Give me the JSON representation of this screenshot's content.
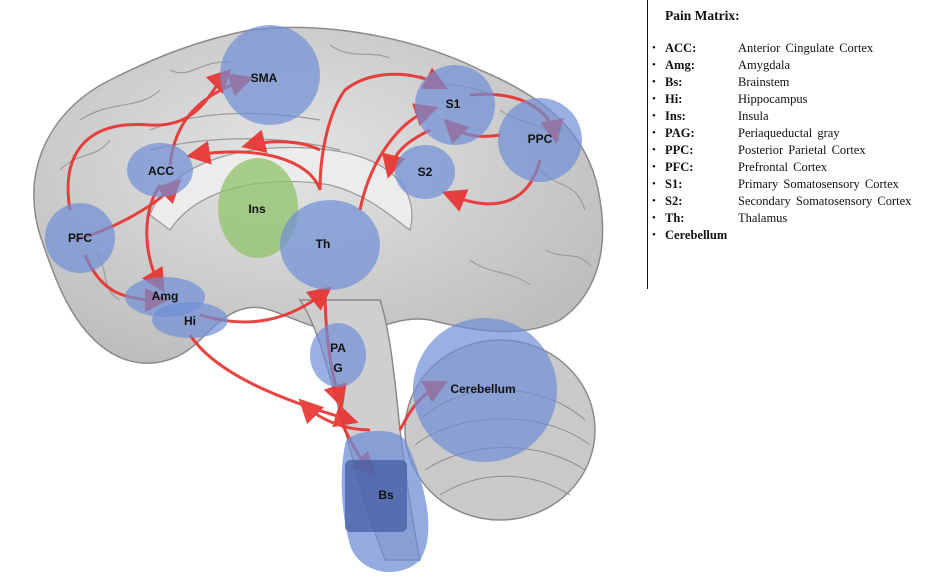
{
  "legend": {
    "title": "Pain Matrix:",
    "items": [
      {
        "abbr": "ACC:",
        "full": "Anterior Cingulate Cortex"
      },
      {
        "abbr": "Amg:",
        "full": "Amygdala"
      },
      {
        "abbr": "Bs:",
        "full": "Brainstem"
      },
      {
        "abbr": "Hi:",
        "full": "Hippocampus"
      },
      {
        "abbr": "Ins:",
        "full": "Insula"
      },
      {
        "abbr": "PAG:",
        "full": "Periaqueductal gray"
      },
      {
        "abbr": "PPC:",
        "full": "Posterior Parietal Cortex"
      },
      {
        "abbr": "PFC:",
        "full": "Prefrontal Cortex"
      },
      {
        "abbr": "S1:",
        "full": "Primary Somatosensory Cortex"
      },
      {
        "abbr": "S2:",
        "full": "Secondary Somatosensory Cortex"
      },
      {
        "abbr": "Th:",
        "full": "Thalamus"
      },
      {
        "abbr": "Cerebellum",
        "full": ""
      }
    ]
  },
  "regions": {
    "sma": "SMA",
    "s1": "S1",
    "ppc": "PPC",
    "acc": "ACC",
    "s2": "S2",
    "ins": "Ins",
    "th": "Th",
    "pfc": "PFC",
    "amg": "Amg",
    "hi": "Hi",
    "pag_line1": "PA",
    "pag_line2": "G",
    "cerebellum": "Cerebellum",
    "bs": "Bs"
  },
  "colors": {
    "region_blue": "#6f8fd6",
    "insula_green": "#8fc46a",
    "pathway_red": "#e8302e",
    "brain_gray": "#d4d4d4"
  }
}
